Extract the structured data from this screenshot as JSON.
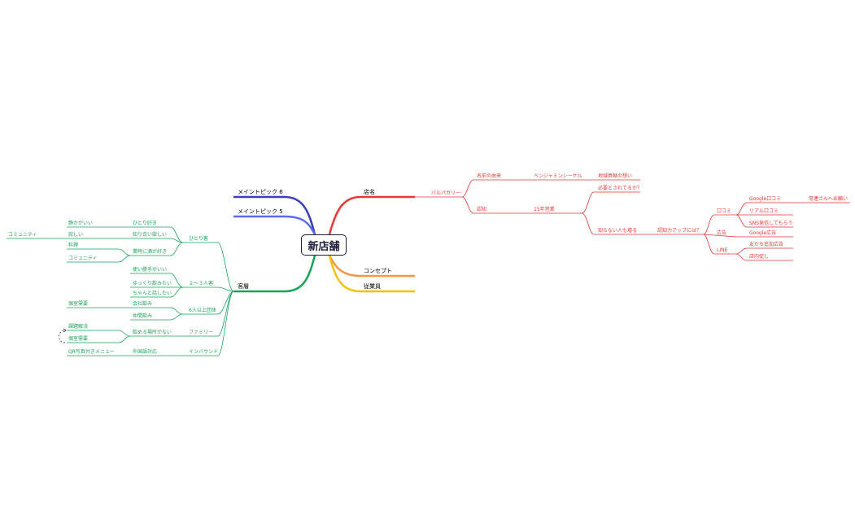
{
  "root": "新店舗",
  "colors": {
    "red": "#e53935",
    "orange": "#f0964a",
    "yellow": "#f2c200",
    "green": "#1aa35a",
    "blue1": "#3b3fb5",
    "blue2": "#5b6cf0"
  },
  "branches": {
    "store_name": {
      "label": "店名",
      "palpagary": "パルパガリー",
      "name_origin": "名前の由来",
      "benjamin": "ベンジャミンシーケル",
      "local_feeling": "地域貢献の想い",
      "awareness": "認知",
      "fifteen_years": "15年営業",
      "is_needed": "必要とされてるか？",
      "unknown_people": "知らない人も増る",
      "awareness_up": "認知力アップには？",
      "word_of_mouth": "口コミ",
      "google_reviews": "Google口コミ",
      "regulars": "常連さんへお願い",
      "real_reviews": "リアル口コミ",
      "sns_share": "SNS発信してもらう",
      "ads": "広告",
      "google_ads": "Google広告",
      "line": "LINE",
      "add_friends": "友だち追加広告",
      "in_store": "店内促し"
    },
    "concept": {
      "label": "コンセプト"
    },
    "staff": {
      "label": "従業員"
    },
    "main_topic_6": {
      "label": "メイントピック 6"
    },
    "main_topic_5": {
      "label": "メイントピック 5"
    },
    "customers": {
      "label": "客層",
      "solo": "ひとり客",
      "likes_solo": "ひとり好き",
      "quiet": "静かがいい",
      "likes_acquaintance": "知り合い欲しい",
      "lonely": "寂しい",
      "community_far": "コミュニティ",
      "likes_counter": "業時に酒が好き",
      "cooking": "料理",
      "community": "コミュニティ",
      "two_three": "２～３人客",
      "easy_use": "使い勝手がいい",
      "relax_drink": "ゆっくり飲みたい",
      "talk_properly": "ちゃんと話したい",
      "group_six": "6人以上団体",
      "company_drinks": "会社飲み",
      "private_room": "個室需要",
      "friend_drinks": "仲間飲み",
      "family": "ファミリー",
      "drinkable_place": "飲める場所がない",
      "solve_issue": "課題解決",
      "private_demand": "個室需要",
      "inbound": "インバウンド",
      "foreign_support": "外国語対応",
      "qr_menu": "QR写真付きメニュー"
    }
  }
}
